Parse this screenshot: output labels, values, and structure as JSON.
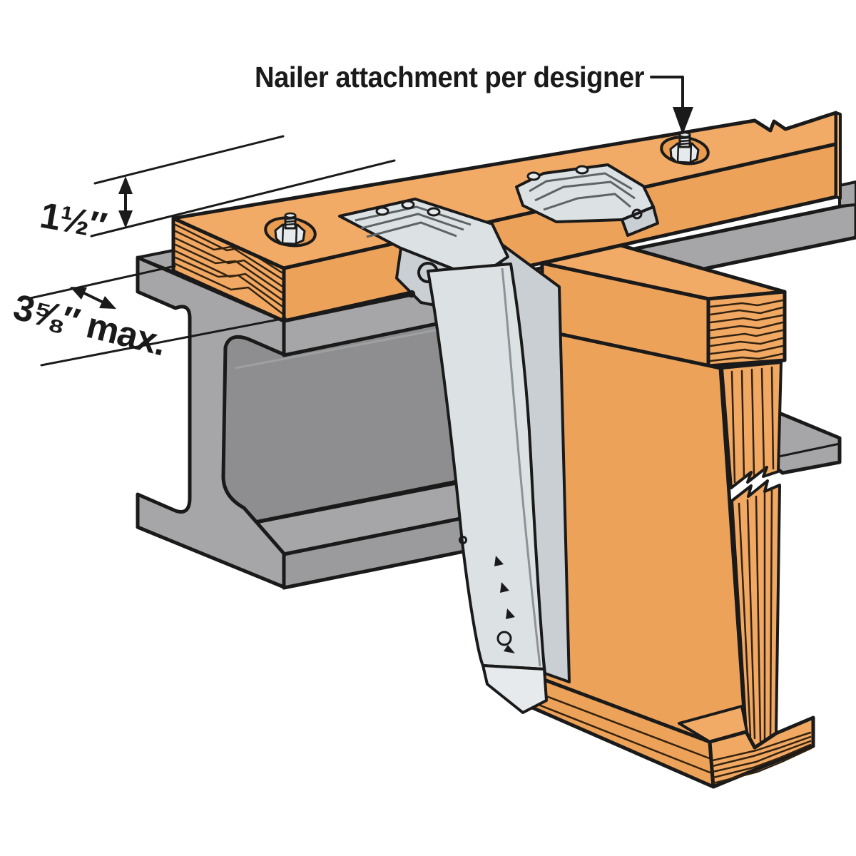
{
  "figure": {
    "callout_label": "Nailer attachment per designer",
    "dim_thickness": "1½″",
    "dim_width": "3⅝″ max."
  },
  "colors": {
    "wood_top": "#F1AB66",
    "wood_front": "#EDA25A",
    "wood_end": "#F0A863",
    "wood_cut": "#F3B475",
    "grain": "#33220F",
    "steel": "#A6A6A8",
    "steel_dark": "#8E8E90",
    "steel_mid": "#9B9B9D",
    "hanger": "#DCE1E4",
    "hanger_light": "#E6EAEC",
    "hanger_dark": "#C9CFD3",
    "line": "#1A1A1A"
  }
}
